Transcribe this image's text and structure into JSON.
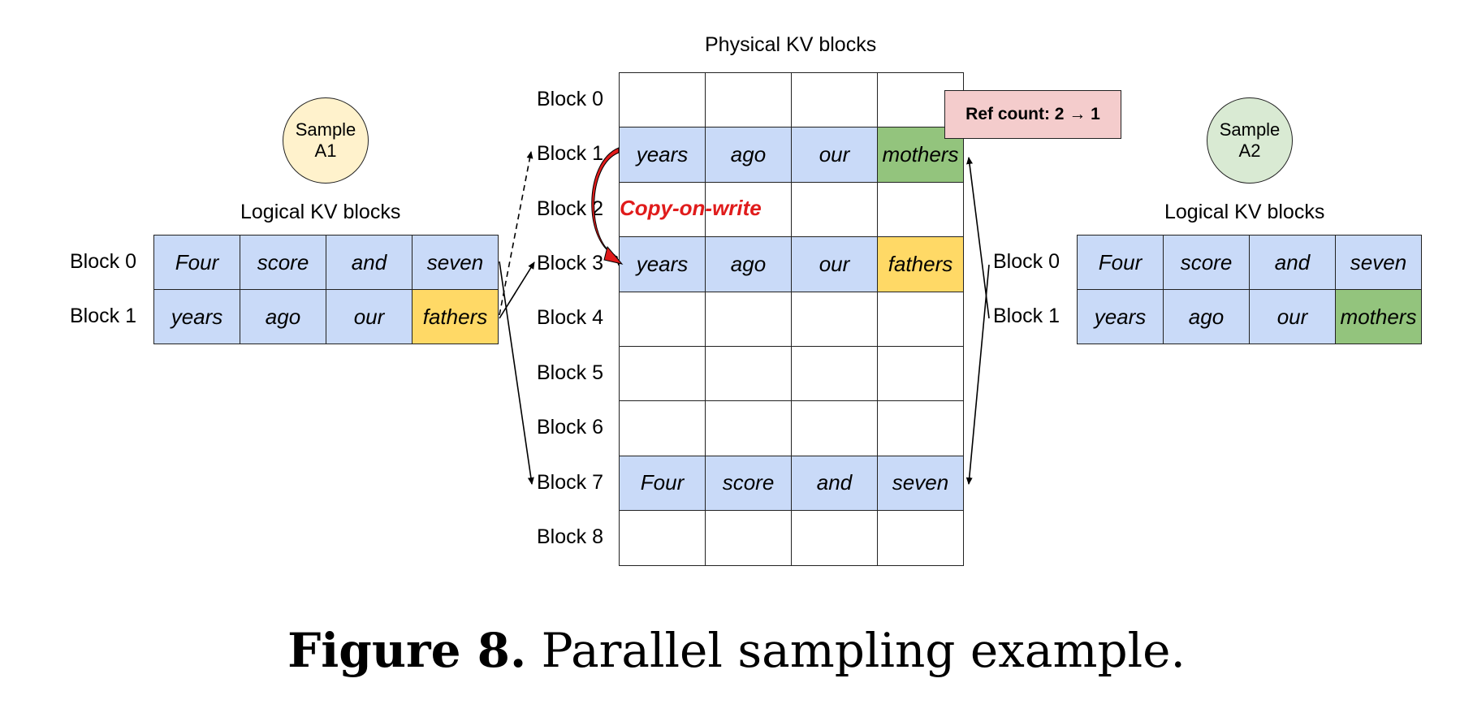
{
  "physical": {
    "title": "Physical KV blocks",
    "block_labels": [
      "Block 0",
      "Block 1",
      "Block 2",
      "Block 3",
      "Block 4",
      "Block 5",
      "Block 6",
      "Block 7",
      "Block 8"
    ],
    "rows": [
      [
        "",
        "",
        "",
        ""
      ],
      [
        "years",
        "ago",
        "our",
        "mothers"
      ],
      [
        "",
        "",
        "",
        ""
      ],
      [
        "years",
        "ago",
        "our",
        "fathers"
      ],
      [
        "",
        "",
        "",
        ""
      ],
      [
        "",
        "",
        "",
        ""
      ],
      [
        "",
        "",
        "",
        ""
      ],
      [
        "Four",
        "score",
        "and",
        "seven"
      ],
      [
        "",
        "",
        "",
        ""
      ]
    ],
    "highlights": {
      "1-3": "green",
      "3-3": "yellow"
    }
  },
  "sample_a1": {
    "circle_line1": "Sample",
    "circle_line2": "A1",
    "title": "Logical KV blocks",
    "block_labels": [
      "Block 0",
      "Block 1"
    ],
    "rows": [
      [
        "Four",
        "score",
        "and",
        "seven"
      ],
      [
        "years",
        "ago",
        "our",
        "fathers"
      ]
    ],
    "highlight": {
      "1-3": "yellow"
    }
  },
  "sample_a2": {
    "circle_line1": "Sample",
    "circle_line2": "A2",
    "title": "Logical KV blocks",
    "block_labels": [
      "Block 0",
      "Block 1"
    ],
    "rows": [
      [
        "Four",
        "score",
        "and",
        "seven"
      ],
      [
        "years",
        "ago",
        "our",
        "mothers"
      ]
    ],
    "highlight": {
      "1-3": "green"
    }
  },
  "ref_count": "Ref count: 2 → 1",
  "copy_on_write": "Copy-on-write",
  "caption": {
    "label": "Figure 8.",
    "text": " Parallel sampling example."
  },
  "colors": {
    "blue": "#c9daf8",
    "yellow": "#ffd966",
    "green": "#93c47d",
    "pink": "#f4cccc",
    "circle_a1": "#fff2cc",
    "circle_a2": "#d9ead3",
    "red": "#e01b1b"
  }
}
